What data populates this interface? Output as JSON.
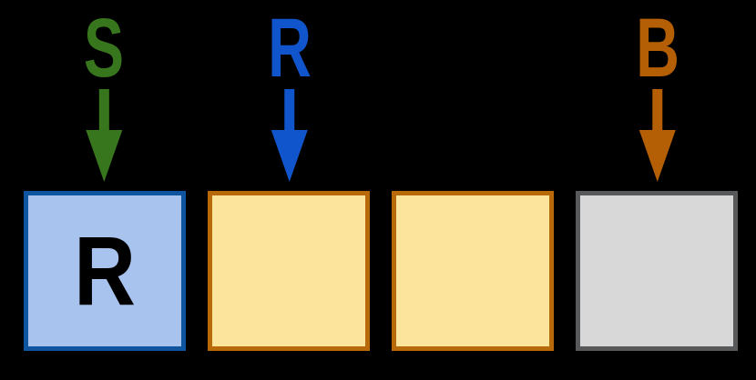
{
  "diagram": {
    "background_color": "#000000",
    "pointers": [
      {
        "label": "S",
        "color": "#38761d",
        "points_to_cell": 1
      },
      {
        "label": "R",
        "color": "#1155cc",
        "points_to_cell": 2
      },
      {
        "label": "B",
        "color": "#b45f06",
        "points_to_cell": 4
      }
    ],
    "cells": [
      {
        "label": "R",
        "fill": "#a7c3ee",
        "border": "#0f549e",
        "text_color": "#000000"
      },
      {
        "label": "",
        "fill": "#fde49d",
        "border": "#b86a0a"
      },
      {
        "label": "",
        "fill": "#fde49d",
        "border": "#b86a0a"
      },
      {
        "label": "",
        "fill": "#d8d8d8",
        "border": "#58595a"
      }
    ]
  }
}
